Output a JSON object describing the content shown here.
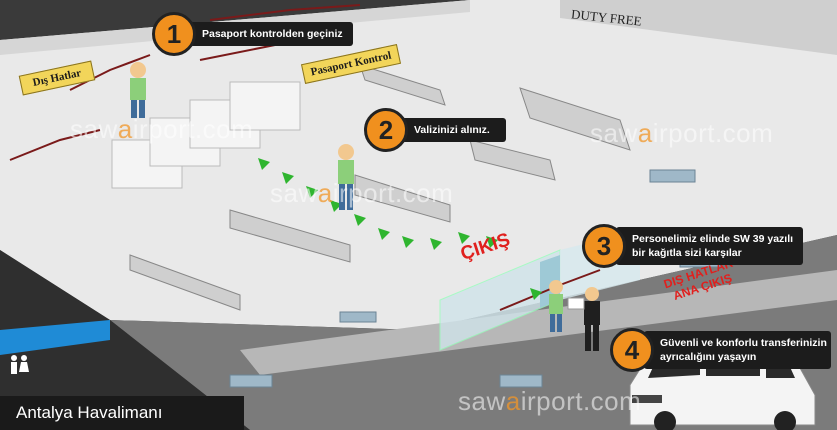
{
  "steps": [
    {
      "number": "1",
      "text": "Pasaport kontrolden geçiniz"
    },
    {
      "number": "2",
      "text": "Valizinizi alınız."
    },
    {
      "number": "3",
      "text_line1": "Personelimiz elinde SW 39 yazılı",
      "text_line2": "bir kağıtla sizi karşılar"
    },
    {
      "number": "4",
      "text_line1": "Güvenli ve konforlu transferinizin",
      "text_line2": "ayrıcalığını yaşayın"
    }
  ],
  "signs": {
    "dis_hatlar": "Dış Hatlar",
    "pasaport_kontrol": "Pasaport Kontrol",
    "duty_free": "DUTY FREE",
    "cikis": "ÇIKIŞ",
    "dis_hatlar_ana_cikis_1": "DIŞ HATLAR",
    "dis_hatlar_ana_cikis_2": "ANA ÇIKIŞ"
  },
  "watermark": {
    "pre": "saw",
    "mid": "a",
    "post": "irport.com"
  },
  "airport_name": "Antalya Havalimanı",
  "colors": {
    "accent": "#f0901e",
    "floor": "#e8e8e8",
    "exit_red": "#e0201e",
    "path_green": "#2fb52f"
  },
  "icons": [
    "restroom-icon",
    "passenger-icon",
    "greeter-icon",
    "van-icon",
    "baggage-carousel-icon"
  ]
}
